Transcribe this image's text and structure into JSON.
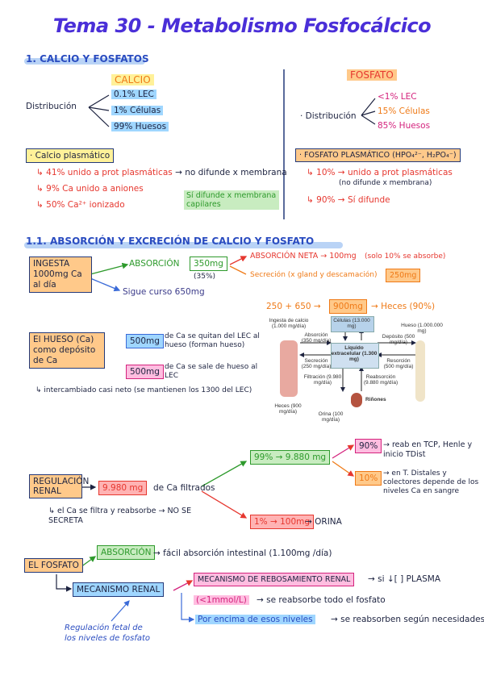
{
  "title": "Tema 30 - Metabolismo Fosfocálcico",
  "section1": {
    "heading": "1. CALCIO Y FOSFATOS",
    "calcio": {
      "label": "CALCIO",
      "distribucion_label": "Distribución",
      "dist": [
        "0.1% LEC",
        "1% Células",
        "99% Huesos"
      ],
      "plasmatico_label": "· Calcio plasmático",
      "lines": [
        "↳ 41% unido a prot plasmáticas",
        "↳ 9% Ca unido a aniones",
        "↳ 50% Ca²⁺ ionizado"
      ],
      "line1_note": "→ no difunde x membrana",
      "difunde_note": "Sí difunde x membrana capilares"
    },
    "fosfato": {
      "label": "FOSFATO",
      "distribucion_label": "· Distribución",
      "dist": [
        "<1% LEC",
        "15% Células",
        "85% Huesos"
      ],
      "plasmatico_label": "· FOSFATO PLASMÁTICO (HPO₄²⁻, H₂PO₄⁻)",
      "lines": [
        "↳ 10% → unido a prot plasmáticas",
        "(no difunde x membrana)",
        "↳ 90% → Sí difunde"
      ]
    }
  },
  "section2": {
    "heading": "1.1. ABSORCIÓN Y EXCRECIÓN DE CALCIO Y FOSFATO",
    "ingesta": "INGESTA 1000mg Ca al día",
    "absorcion_label": "ABSORCIÓN",
    "absorcion_val": "350mg",
    "absorcion_pct": "(35%)",
    "absorcion_neta": "ABSORCIÓN NETA → 100mg",
    "absorcion_neta_note": "(solo 10% se absorbe)",
    "secrecion": "Secreción (x gland y descamación)",
    "secrecion_val": "250mg",
    "sigue_curso": "Sigue curso 650mg",
    "sum": "250 + 650 →",
    "sum_val": "900mg",
    "heces": "→ Heces (90%)",
    "hueso_box": "El HUESO (Ca) como depósito de Ca",
    "hueso_1_val": "500mg",
    "hueso_1_txt": "de Ca se quitan del LEC al hueso (forman hueso)",
    "hueso_2_val": "500mg",
    "hueso_2_txt": "de Ca se sale de hueso al LEC",
    "intercambio": "↳ intercambiado casi neto (se mantienen los 1300 del LEC)",
    "regulacion_renal": "REGULACIÓN RENAL",
    "filtrados_val": "9.980 mg",
    "filtrados_txt": "de Ca filtrados",
    "reab_val": "99% → 9.880 mg",
    "pct90": "90%",
    "pct90_txt": "→ reab en TCP, Henle y inicio TDist",
    "pct10": "10%",
    "pct10_txt": "→ en T. Distales y colectores depende de los niveles Ca en sangre",
    "ca_note": "↳ el Ca se filtra y reabsorbe → NO SE SECRETA",
    "orina_val": "1% → 100mg",
    "orina_txt": "→ ORINA"
  },
  "figure": {
    "ingesta": "Ingesta de calcio (1.000 mg/día)",
    "absorcion": "Absorción (350 mg/día)",
    "secrecion": "Secreción (250 mg/día)",
    "heces": "Heces (900 mg/día)",
    "celulas": "Células (13.000 mg)",
    "liquido": "Líquido extracelular (1.300 mg)",
    "hueso": "Hueso (1.000.000 mg)",
    "deposito": "Depósito (500 mg/día)",
    "resorcion": "Resorción (500 mg/día)",
    "filtracion": "Filtración (9.980 mg/día)",
    "reabsorcion": "Reabsorción (9.880 mg/día)",
    "rinones": "Riñones",
    "orina": "Orina (100 mg/día)"
  },
  "section3": {
    "el_fosfato": "EL FOSFATO",
    "absorcion": "ABSORCIÓN",
    "absorcion_txt": "→ fácil absorción intestinal (1.100mg /día)",
    "mecanismo": "MECANISMO RENAL",
    "reab_box": "MECANISMO DE REBOSAMIENTO RENAL",
    "reab_txt": "→ si ↓[ ] PLASMA",
    "lt1": "(<1mmol/L)",
    "lt1_txt": "→ se reabsorbe todo el fosfato",
    "por_encima": "Por encima de esos niveles",
    "por_encima_txt": "→ se reabsorben según necesidades",
    "regulacion": "Regulación fetal de los niveles de fosfato"
  }
}
